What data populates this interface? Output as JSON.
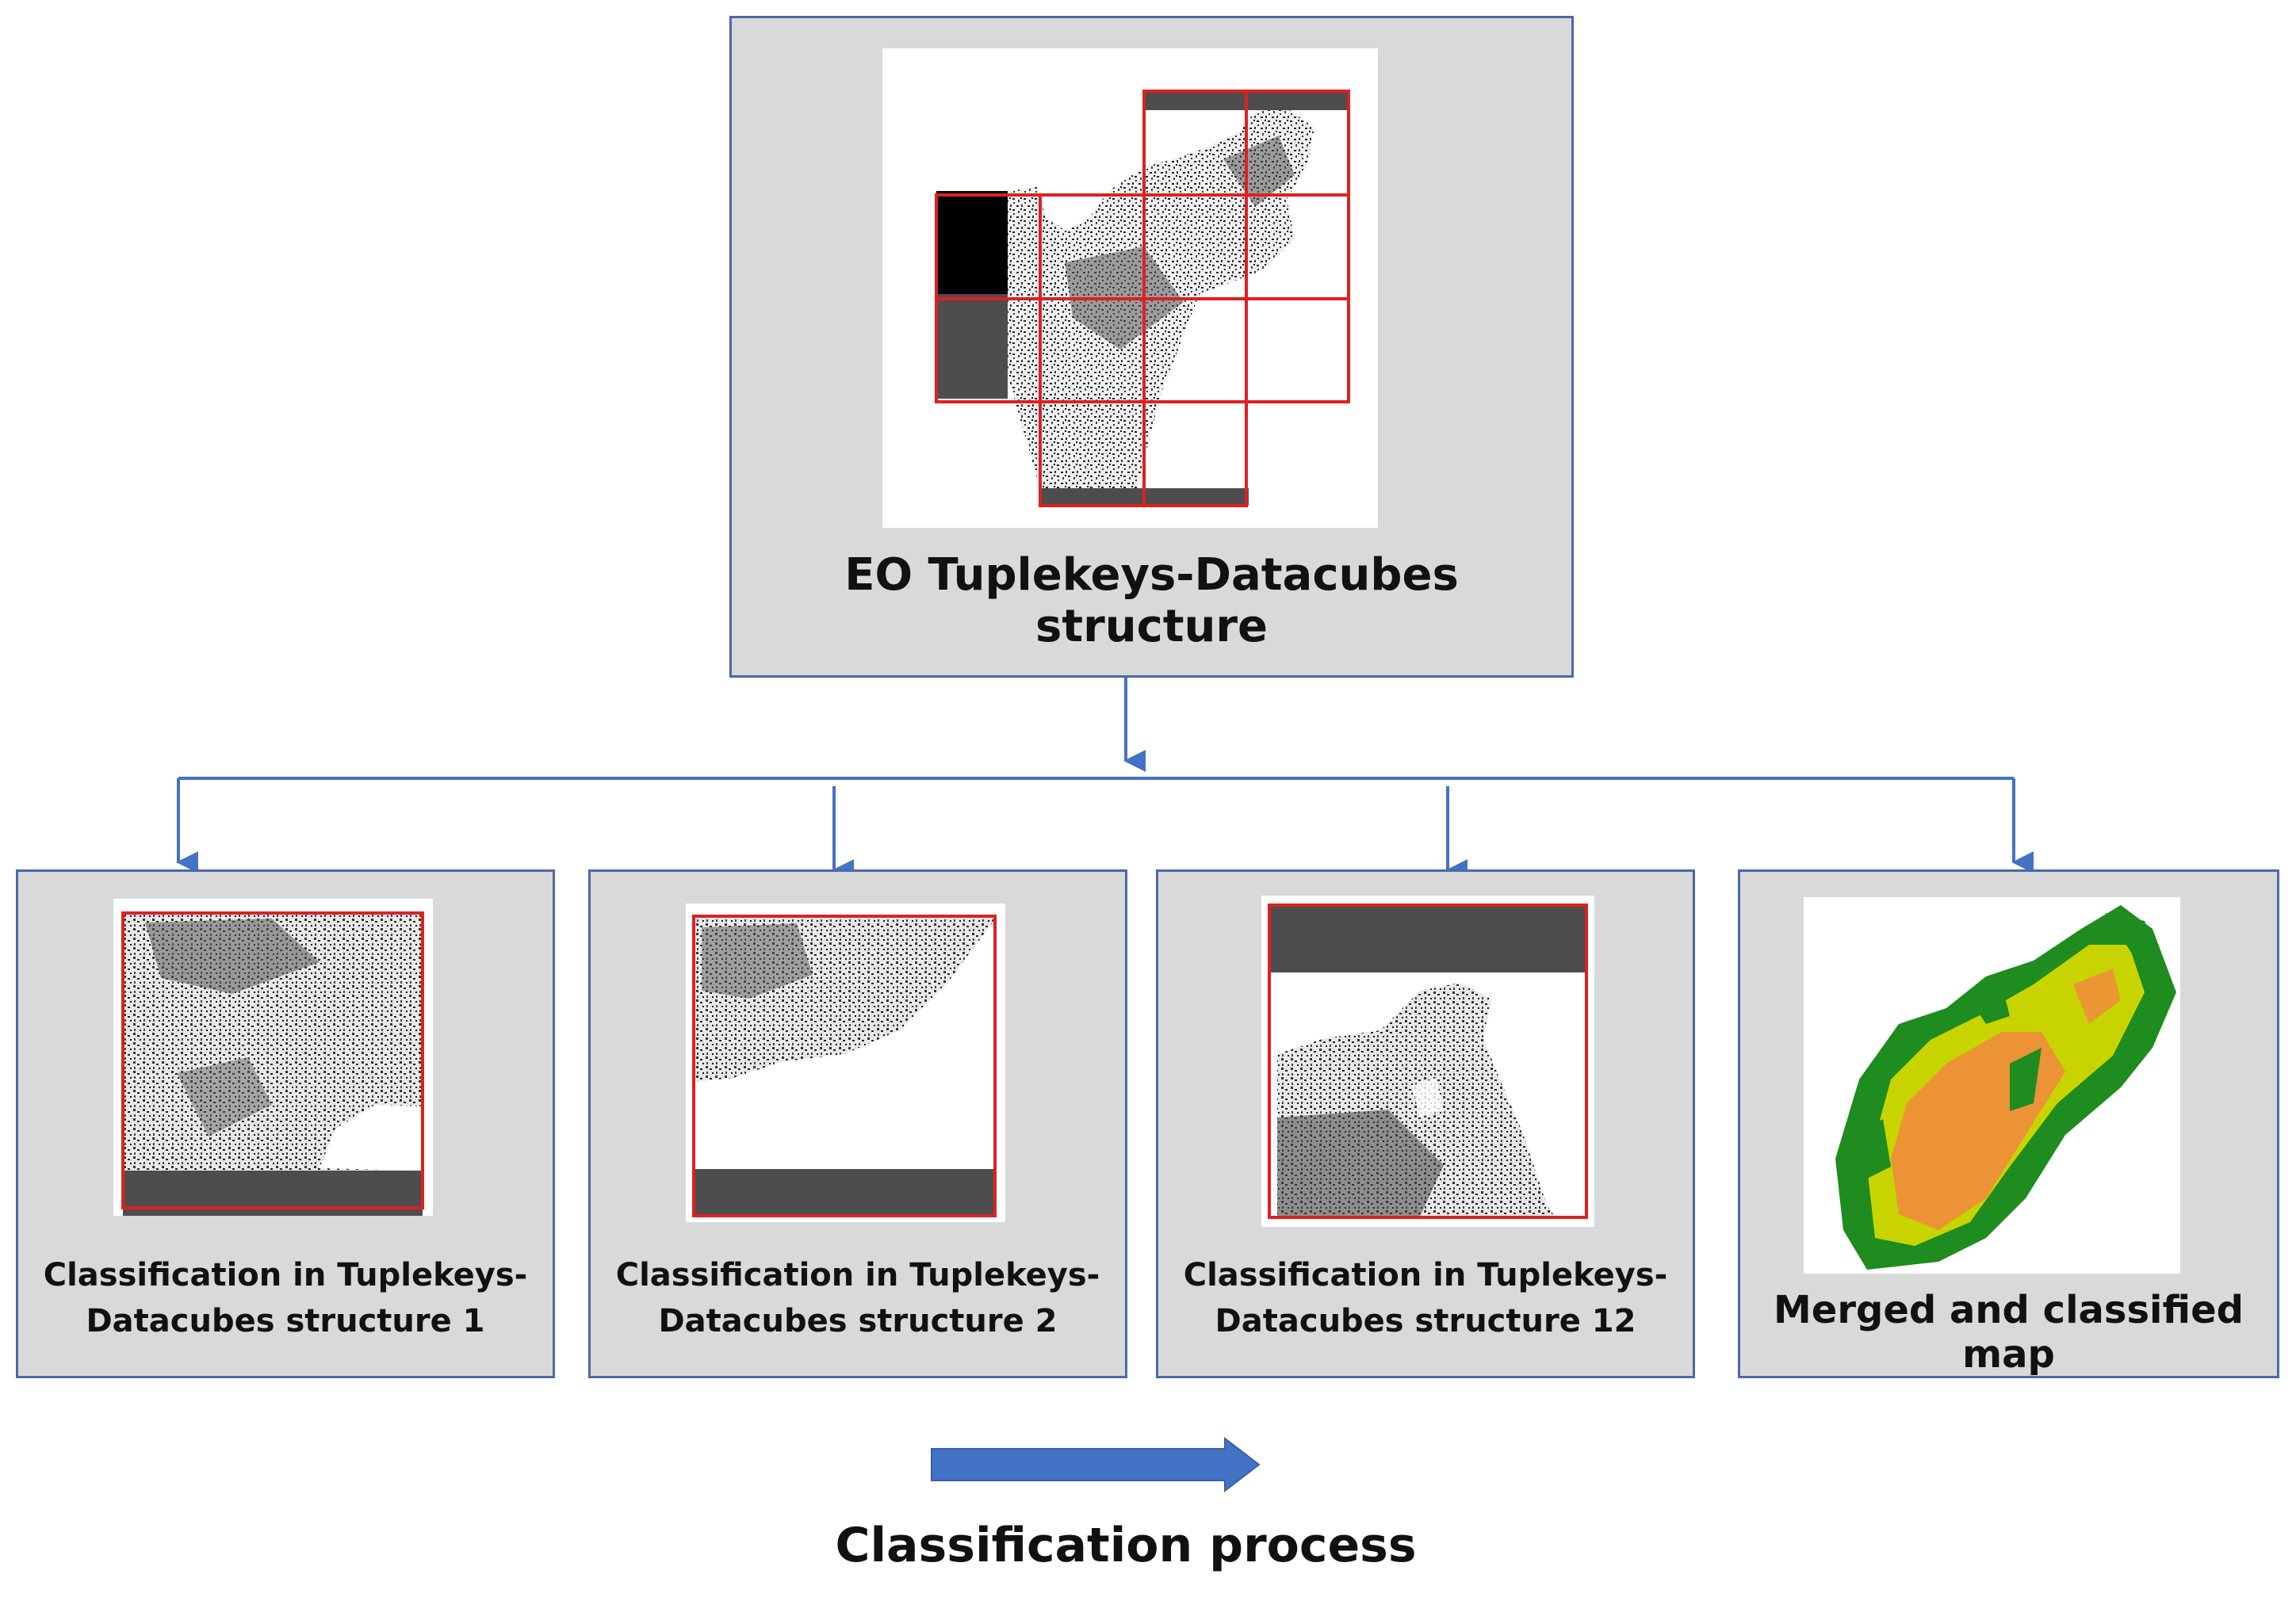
{
  "top": {
    "title": "EO Tuplekeys-Datacubes structure"
  },
  "tiles": [
    {
      "line1": "Classification in Tuplekeys-",
      "line2": "Datacubes structure 1"
    },
    {
      "line1": "Classification in Tuplekeys-",
      "line2": "Datacubes structure 2"
    },
    {
      "line1": "Classification in Tuplekeys-",
      "line2": "Datacubes structure 12"
    }
  ],
  "merged": {
    "label": "Merged and classified map"
  },
  "process": {
    "label": "Classification process"
  },
  "colors": {
    "box_fill": "#d9d9d9",
    "box_border": "#4a69a8",
    "connector": "#4472c4",
    "grid_red": "#e02020",
    "nodata_gray": "#4d4d4d",
    "map_green": "#1e8c1e",
    "map_yellow": "#c8d400",
    "map_orange": "#f08c3c"
  }
}
